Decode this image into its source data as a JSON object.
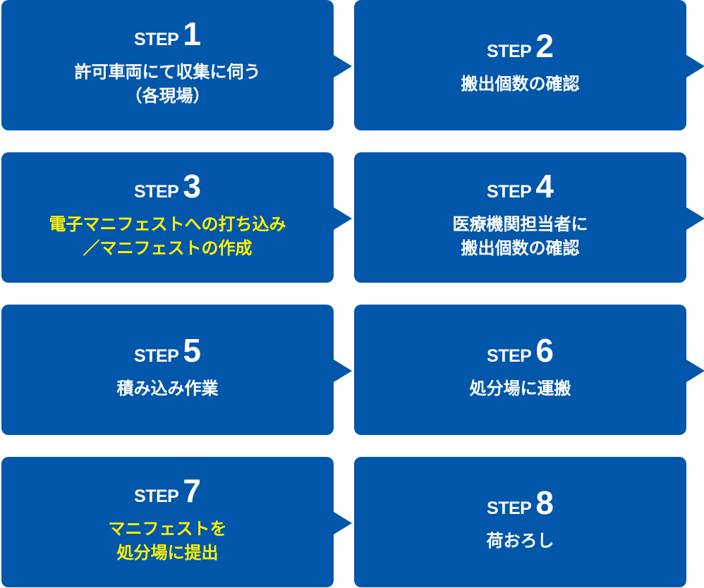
{
  "colors": {
    "box": "#0357aa",
    "text": "#ffffff",
    "highlight": "#fff200",
    "background": "#ffffff"
  },
  "step_label": "STEP",
  "steps": [
    {
      "number": "1",
      "text": "許可車両にて収集に伺う\n（各現場）",
      "highlight": false,
      "arrow": true
    },
    {
      "number": "2",
      "text": "搬出個数の確認",
      "highlight": false,
      "arrow": true
    },
    {
      "number": "3",
      "text": "電子マニフェストへの打ち込み\n／マニフェストの作成",
      "highlight": true,
      "arrow": true
    },
    {
      "number": "4",
      "text": "医療機関担当者に\n搬出個数の確認",
      "highlight": false,
      "arrow": true
    },
    {
      "number": "5",
      "text": "積み込み作業",
      "highlight": false,
      "arrow": true
    },
    {
      "number": "6",
      "text": "処分場に運搬",
      "highlight": false,
      "arrow": true
    },
    {
      "number": "7",
      "text": "マニフェストを\n処分場に提出",
      "highlight": true,
      "arrow": true
    },
    {
      "number": "8",
      "text": "荷おろし",
      "highlight": false,
      "arrow": false
    }
  ]
}
